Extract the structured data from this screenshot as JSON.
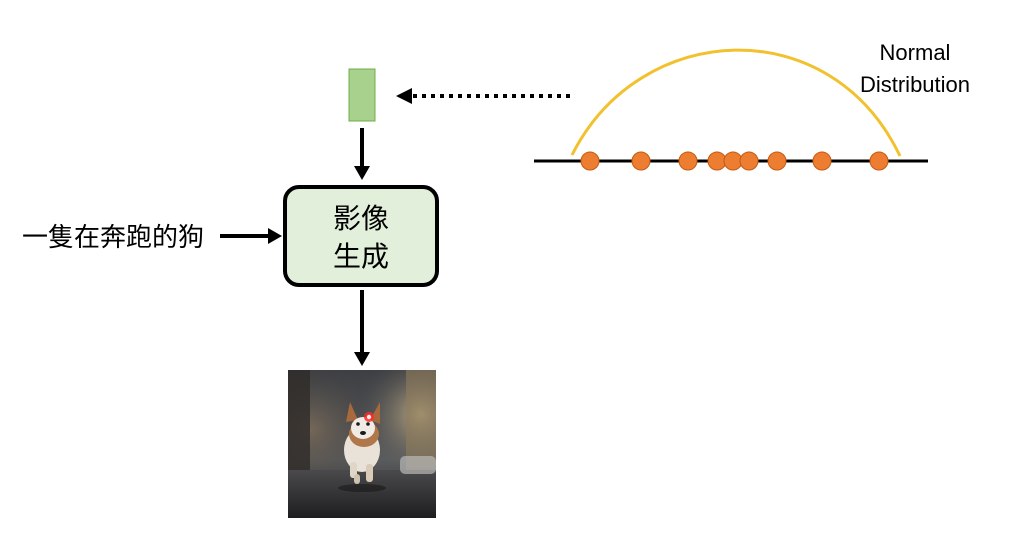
{
  "prompt_text": "一隻在奔跑的狗",
  "generator": {
    "line1": "影像",
    "line2": "生成"
  },
  "distribution": {
    "label_line1": "Normal",
    "label_line2": "Distribution",
    "sample_count": 9
  },
  "colors": {
    "curve": "#F2C12E",
    "points": "#ED7D31",
    "latent_vector": "#A9D18E",
    "box_fill": "#E2EFDA",
    "arrow": "#000000"
  },
  "output_image": {
    "description_icon": "running-dog-photo"
  }
}
